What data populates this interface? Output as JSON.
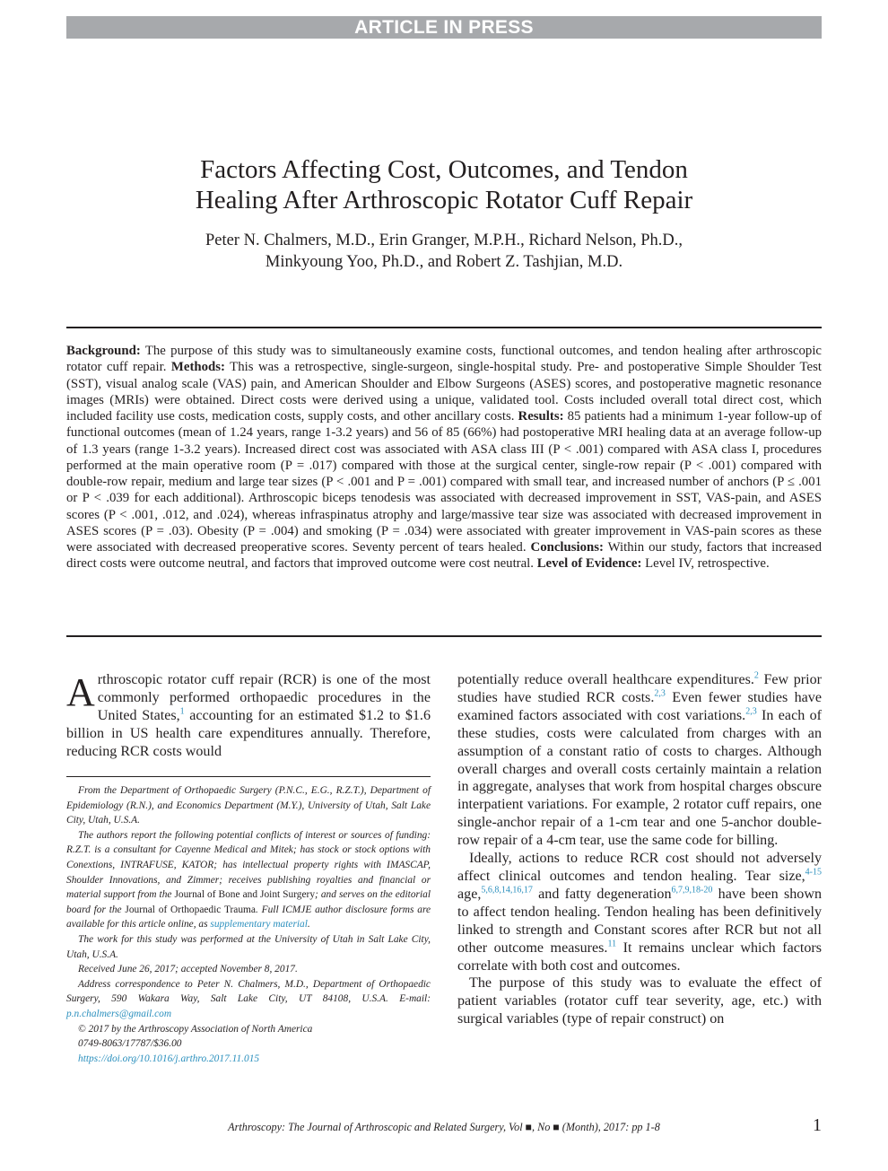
{
  "banner": "ARTICLE IN PRESS",
  "title_line1": "Factors Affecting Cost, Outcomes, and Tendon",
  "title_line2": "Healing After Arthroscopic Rotator Cuff Repair",
  "authors_line1": "Peter N. Chalmers, M.D., Erin Granger, M.P.H., Richard Nelson, Ph.D.,",
  "authors_line2": "Minkyoung Yoo, Ph.D., and Robert Z. Tashjian, M.D.",
  "abstract": {
    "background_label": "Background:",
    "background_text": " The purpose of this study was to simultaneously examine costs, functional outcomes, and tendon healing after arthroscopic rotator cuff repair. ",
    "methods_label": "Methods:",
    "methods_text": " This was a retrospective, single-surgeon, single-hospital study. Pre- and postoperative Simple Shoulder Test (SST), visual analog scale (VAS) pain, and American Shoulder and Elbow Surgeons (ASES) scores, and postoperative magnetic resonance images (MRIs) were obtained. Direct costs were derived using a unique, validated tool. Costs included overall total direct cost, which included facility use costs, medication costs, supply costs, and other ancillary costs. ",
    "results_label": "Results:",
    "results_text": " 85 patients had a minimum 1-year follow-up of functional outcomes (mean of 1.24 years, range 1-3.2 years) and 56 of 85 (66%) had postoperative MRI healing data at an average follow-up of 1.3 years (range 1-3.2 years). Increased direct cost was associated with ASA class III (P < .001) compared with ASA class I, procedures performed at the main operative room (P = .017) compared with those at the surgical center, single-row repair (P < .001) compared with double-row repair, medium and large tear sizes (P < .001 and P = .001) compared with small tear, and increased number of anchors (P ≤ .001 or P < .039 for each additional). Arthroscopic biceps tenodesis was associated with decreased improvement in SST, VAS-pain, and ASES scores (P < .001, .012, and .024), whereas infraspinatus atrophy and large/massive tear size was associated with decreased improvement in ASES scores (P = .03). Obesity (P = .004) and smoking (P = .034) were associated with greater improvement in VAS-pain scores as these were associated with decreased preoperative scores. Seventy percent of tears healed. ",
    "conclusions_label": "Conclusions:",
    "conclusions_text": " Within our study, factors that increased direct costs were outcome neutral, and factors that improved outcome were cost neutral. ",
    "level_label": "Level of Evidence:",
    "level_text": " Level IV, retrospective."
  },
  "left_col": {
    "dropcap": "A",
    "p1_a": "rthroscopic rotator cuff repair (RCR) is one of the most commonly performed orthopaedic procedures in the United States,",
    "p1_ref1": "1",
    "p1_b": " accounting for an estimated $1.2 to $1.6 billion in US health care expenditures annually. Therefore, reducing RCR costs would"
  },
  "footnotes": {
    "fn1": "From the Department of Orthopaedic Surgery (P.N.C., E.G., R.Z.T.), Department of Epidemiology (R.N.), and Economics Department (M.Y.), University of Utah, Salt Lake City, Utah, U.S.A.",
    "fn2_a": "The authors report the following potential conflicts of interest or sources of funding: R.Z.T. is a consultant for Cayenne Medical and Mitek; has stock or stock options with Conextions, INTRAFUSE, KATOR; has intellectual property rights with IMASCAP, Shoulder Innovations, and Zimmer; receives publishing royalties and financial or material support from the ",
    "fn2_jbjs": "Journal of Bone and Joint Surgery",
    "fn2_b": "; and serves on the editorial board for the ",
    "fn2_jot": "Journal of Orthopaedic Trauma",
    "fn2_c": ". Full ICMJE author disclosure forms are available for this article online, as ",
    "fn2_link": "supplementary material",
    "fn2_d": ".",
    "fn3": "The work for this study was performed at the University of Utah in Salt Lake City, Utah, U.S.A.",
    "fn4": "Received June 26, 2017; accepted November 8, 2017.",
    "fn5": "Address correspondence to Peter N. Chalmers, M.D., Department of Orthopaedic Surgery, 590 Wakara Way, Salt Lake City, UT 84108, U.S.A. E-mail: ",
    "fn5_email": "p.n.chalmers@gmail.com",
    "fn6": "© 2017 by the Arthroscopy Association of North America",
    "fn7": "0749-8063/17787/$36.00",
    "fn8": "https://doi.org/10.1016/j.arthro.2017.11.015"
  },
  "right_col": {
    "p1_a": "potentially reduce overall healthcare expenditures.",
    "p1_ref_a": "2",
    "p1_b": " Few prior studies have studied RCR costs.",
    "p1_ref_b": "2,3",
    "p1_c": " Even fewer studies have examined factors associated with cost variations.",
    "p1_ref_c": "2,3",
    "p1_d": " In each of these studies, costs were calculated from charges with an assumption of a constant ratio of costs to charges. Although overall charges and overall costs certainly maintain a relation in aggregate, analyses that work from hospital charges obscure interpatient variations. For example, 2 rotator cuff repairs, one single-anchor repair of a 1-cm tear and one 5-anchor double-row repair of a 4-cm tear, use the same code for billing.",
    "p2_a": "Ideally, actions to reduce RCR cost should not adversely affect clinical outcomes and tendon healing. Tear size,",
    "p2_ref_a": "4-15",
    "p2_b": " age,",
    "p2_ref_b": "5,6,8,14,16,17",
    "p2_c": " and fatty degeneration",
    "p2_ref_c": "6,7,9,18-20",
    "p2_d": " have been shown to affect tendon healing. Tendon healing has been definitively linked to strength and Constant scores after RCR but not all other outcome measures.",
    "p2_ref_d": "11",
    "p2_e": " It remains unclear which factors correlate with both cost and outcomes.",
    "p3": "The purpose of this study was to evaluate the effect of patient variables (rotator cuff tear severity, age, etc.) with surgical variables (type of repair construct) on"
  },
  "footer": {
    "journal": "Arthroscopy: The Journal of Arthroscopic and Related Surgery, Vol ■, No ■ (Month), 2017: pp 1-8",
    "page": "1"
  }
}
